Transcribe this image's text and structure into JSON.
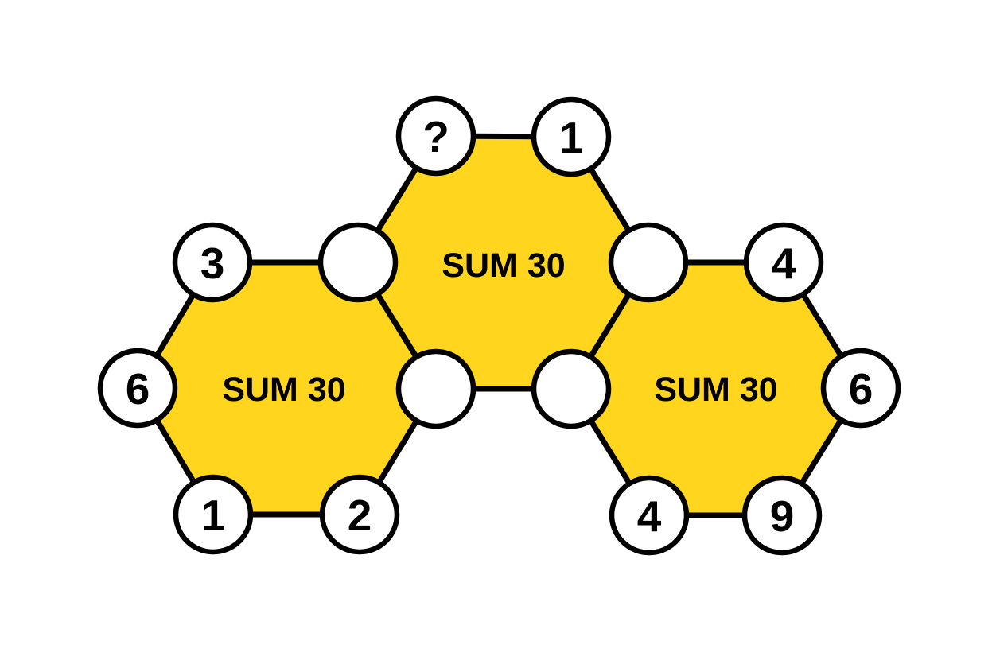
{
  "puzzle": {
    "colors": {
      "hex_fill": "#FFD51E",
      "outline": "#000000",
      "node_fill": "#FFFFFF",
      "text": "#000000",
      "background": "#FFFFFF"
    },
    "hexagons": {
      "middle": {
        "label": "SUM 30"
      },
      "left": {
        "label": "SUM 30"
      },
      "right": {
        "label": "SUM 30"
      }
    },
    "nodes": {
      "middle_top_left": "?",
      "middle_top_right": "1",
      "shared_left_upper": "",
      "shared_left_lower": "",
      "shared_right_upper": "",
      "shared_right_lower": "",
      "left_top_left": "3",
      "left_left": "6",
      "left_bottom_left": "1",
      "left_bottom_right": "2",
      "right_top_right": "4",
      "right_right": "6",
      "right_bottom_left": "4",
      "right_bottom_right": "9"
    }
  }
}
